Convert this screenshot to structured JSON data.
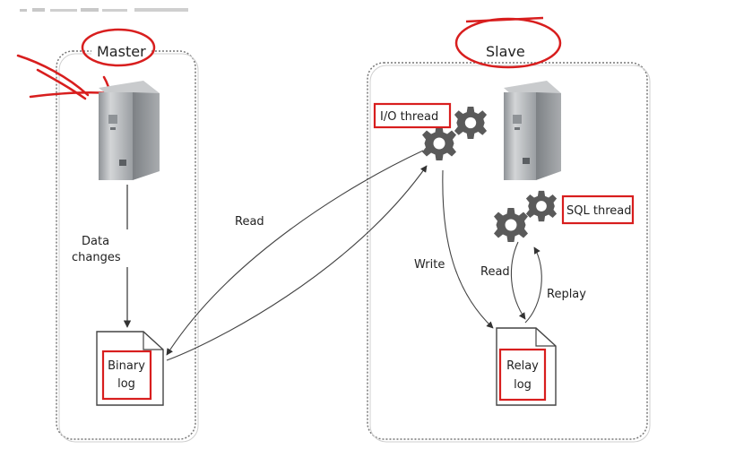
{
  "master": {
    "title": "Master",
    "data_changes": [
      "Data",
      "changes"
    ],
    "binary_log": [
      "Binary",
      "log"
    ]
  },
  "slave": {
    "title": "Slave",
    "io_thread": "I/O thread",
    "sql_thread": "SQL thread",
    "relay_log": [
      "Relay",
      "log"
    ]
  },
  "edges": {
    "read_master": "Read",
    "write": "Write",
    "read_relay": "Read",
    "replay": "Replay"
  },
  "colors": {
    "annotation": "#d81e1e",
    "gear": "#5a5a5a",
    "server": "#b9bcbf",
    "frame": "#777777"
  }
}
